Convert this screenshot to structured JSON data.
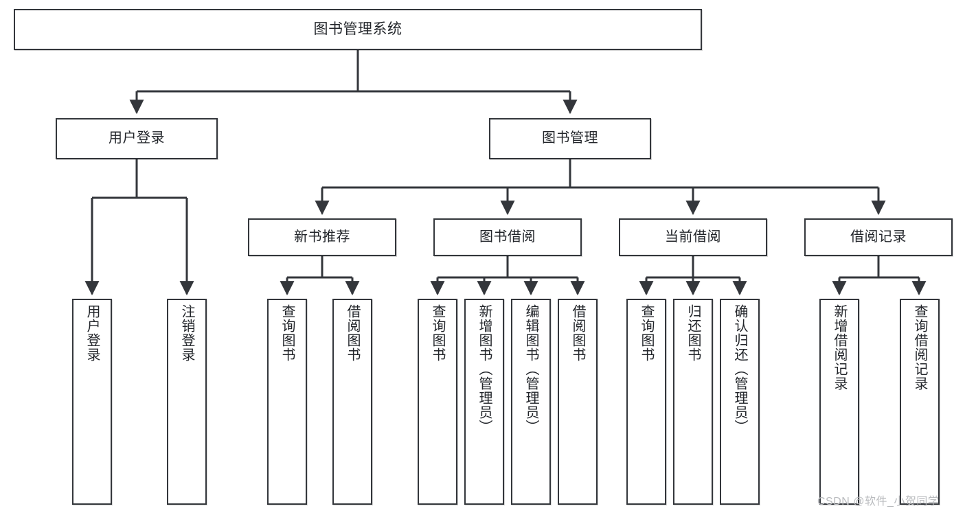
{
  "diagram": {
    "title": "图书管理系统",
    "watermark": "CSDN @软件_小贺同学",
    "stroke_color": "#33363b",
    "fill_color": "#ffffff",
    "text_color": "#22252a",
    "watermark_color": "#b9bbbe"
  },
  "nodes": {
    "root": {
      "label": "图书管理系统"
    },
    "level2": [
      {
        "label": "用户登录"
      },
      {
        "label": "图书管理"
      }
    ],
    "level3": [
      {
        "label": "新书推荐"
      },
      {
        "label": "图书借阅"
      },
      {
        "label": "当前借阅"
      },
      {
        "label": "借阅记录"
      }
    ],
    "leaves": {
      "user_login": [
        {
          "label": "用户登录"
        },
        {
          "label": "注销登录"
        }
      ],
      "new_book": [
        {
          "label": "查询图书"
        },
        {
          "label": "借阅图书"
        }
      ],
      "book_borrow": [
        {
          "label": "查询图书"
        },
        {
          "label": "新增图书（管理员）"
        },
        {
          "label": "编辑图书（管理员）"
        },
        {
          "label": "借阅图书"
        }
      ],
      "current_borrow": [
        {
          "label": "查询图书"
        },
        {
          "label": "归还图书"
        },
        {
          "label": "确认归还（管理员）"
        }
      ],
      "borrow_record": [
        {
          "label": "新增借阅记录"
        },
        {
          "label": "查询借阅记录"
        }
      ]
    }
  }
}
